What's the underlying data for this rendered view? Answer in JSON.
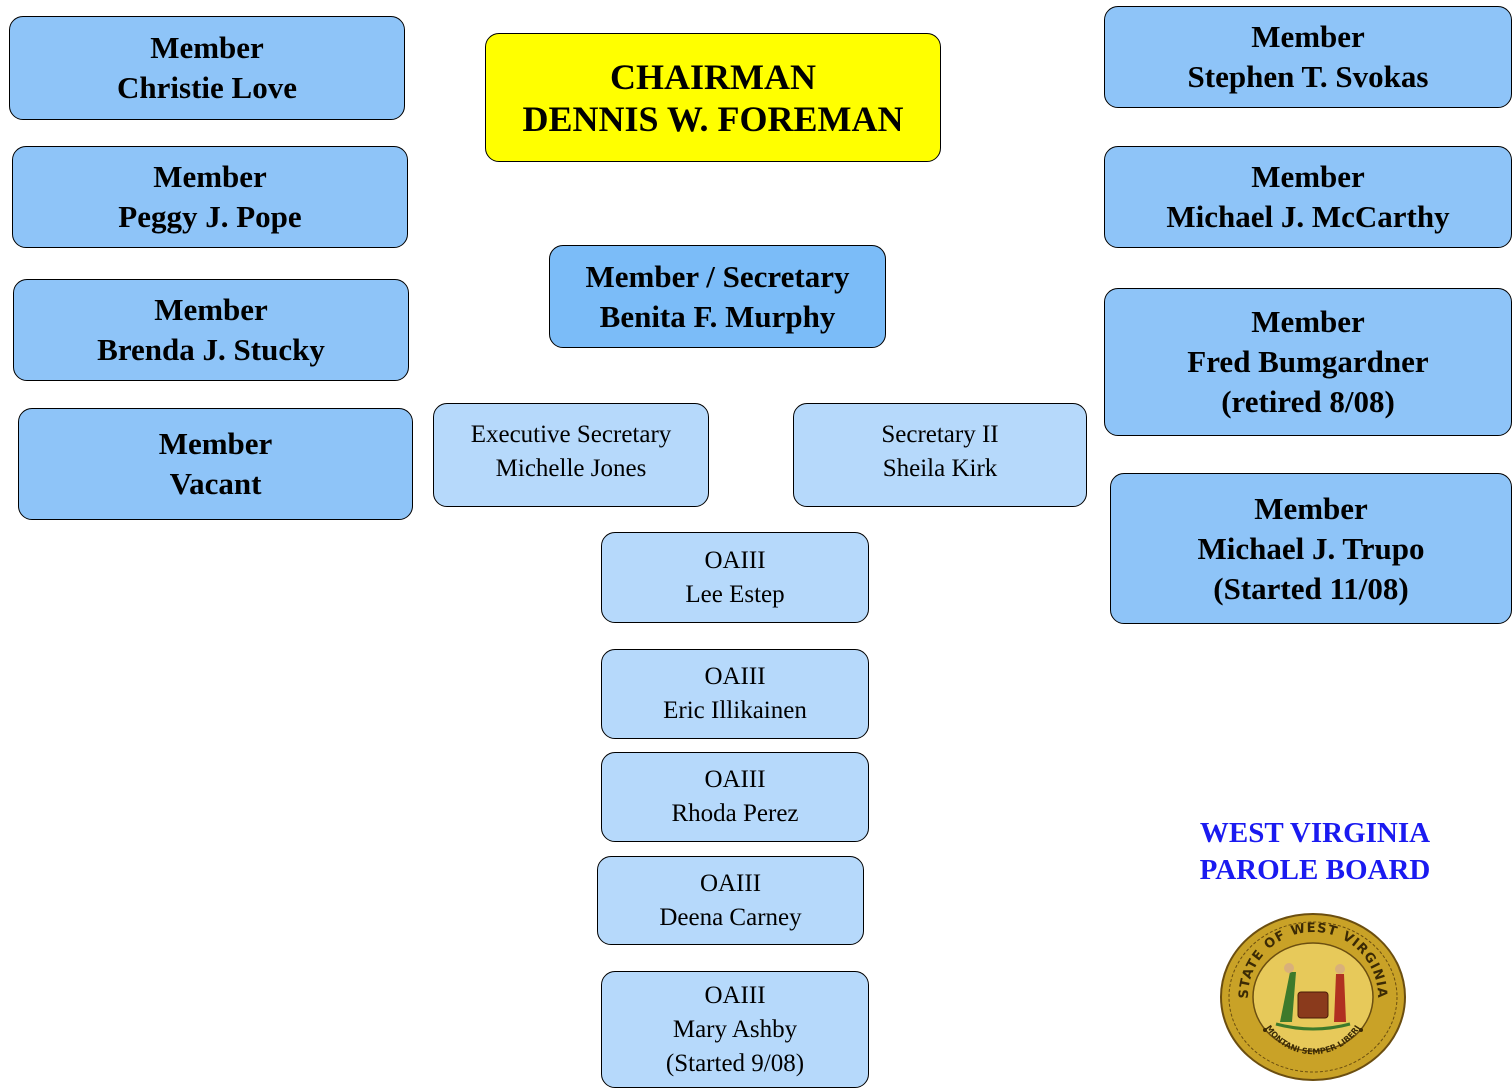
{
  "left_members": [
    {
      "role": "Member",
      "name": "Christie Love"
    },
    {
      "role": "Member",
      "name": "Peggy J. Pope"
    },
    {
      "role": "Member",
      "name": "Brenda J. Stucky"
    },
    {
      "role": "Member",
      "name": "Vacant"
    }
  ],
  "chairman": {
    "line1": "CHAIRMAN",
    "line2": "DENNIS W. FOREMAN"
  },
  "secretary_member": {
    "role": "Member / Secretary",
    "name": "Benita F. Murphy"
  },
  "executive_secretary": {
    "role": "Executive Secretary",
    "name": "Michelle Jones"
  },
  "secretary_ii": {
    "role": "Secretary II",
    "name": "Sheila Kirk"
  },
  "oaiii": [
    {
      "role": "OAIII",
      "name": "Lee Estep"
    },
    {
      "role": "OAIII",
      "name": "Eric Illikainen"
    },
    {
      "role": "OAIII",
      "name": "Rhoda Perez"
    },
    {
      "role": "OAIII",
      "name": "Deena Carney"
    },
    {
      "role": "OAIII",
      "name": "Mary Ashby",
      "note": "(Started 9/08)"
    }
  ],
  "right_members": [
    {
      "role": "Member",
      "name": "Stephen T. Svokas"
    },
    {
      "role": "Member",
      "name": "Michael J. McCarthy"
    },
    {
      "role": "Member",
      "name": "Fred Bumgardner",
      "note": "(retired 8/08)"
    },
    {
      "role": "Member",
      "name": "Michael J. Trupo",
      "note": "(Started 11/08)"
    }
  ],
  "board_title": {
    "line1": "WEST VIRGINIA",
    "line2": "PAROLE BOARD"
  },
  "seal": {
    "top_text": "STATE OF WEST VIRGINIA",
    "motto": "MONTANI SEMPER LIBERI"
  },
  "colors": {
    "member_fill": "#8ec4f8",
    "chair_fill": "#ffff00",
    "staff_fill": "#b6d9fb",
    "title_text": "#1a1af0"
  }
}
